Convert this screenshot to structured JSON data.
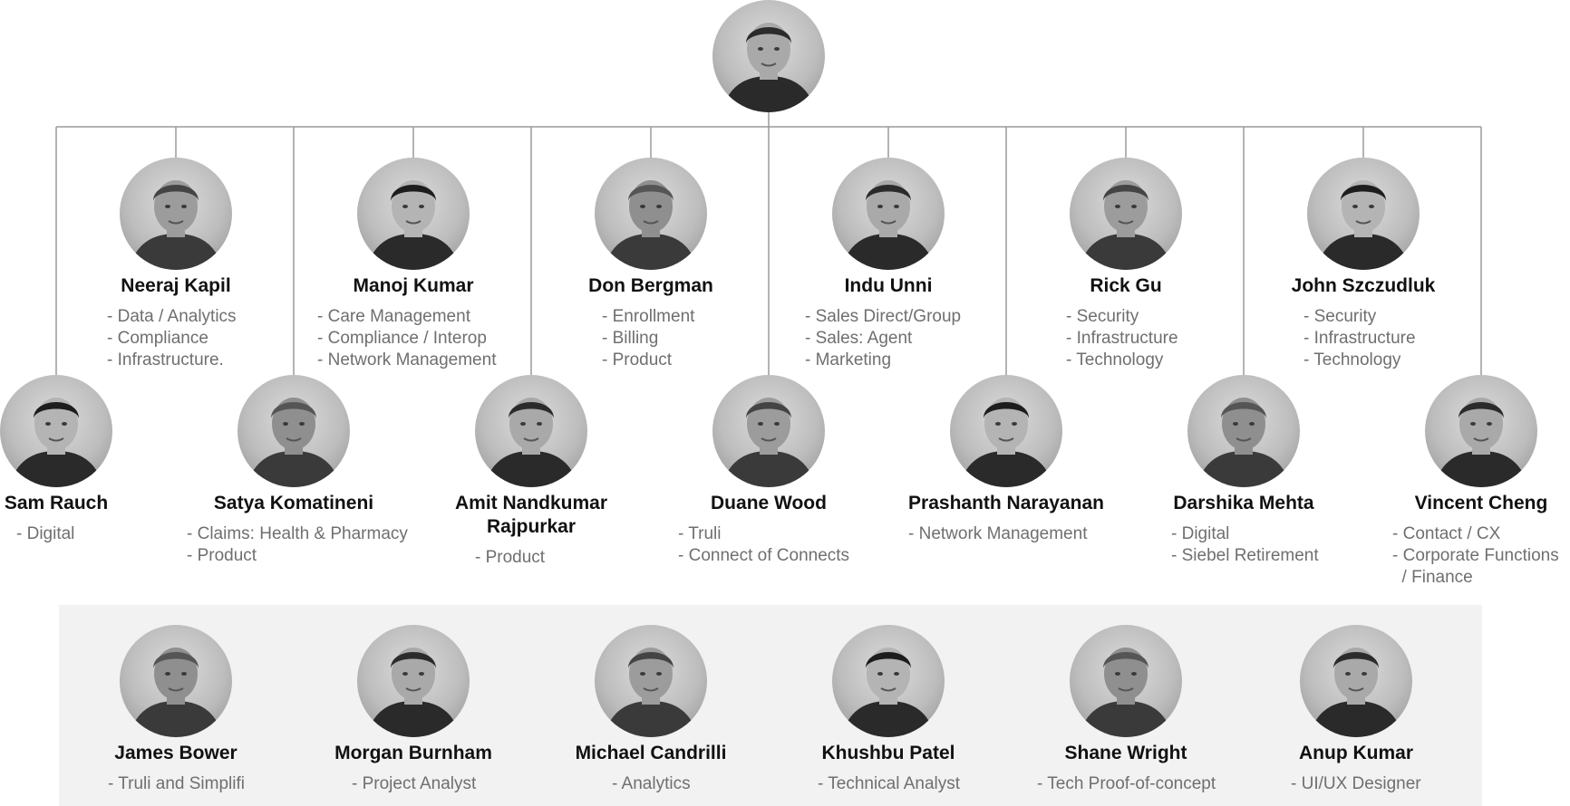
{
  "root": {
    "name": ""
  },
  "leaders": [
    {
      "name": "Neeraj Kapil",
      "roles": [
        "- Data / Analytics",
        "- Compliance",
        "- Infrastructure."
      ]
    },
    {
      "name": "Manoj Kumar",
      "roles": [
        "- Care Management",
        "- Compliance / Interop",
        "- Network Management"
      ]
    },
    {
      "name": "Don Bergman",
      "roles": [
        "- Enrollment",
        "- Billing",
        "- Product"
      ]
    },
    {
      "name": "Indu Unni",
      "roles": [
        "- Sales Direct/Group",
        "- Sales: Agent",
        "- Marketing"
      ]
    },
    {
      "name": "Rick Gu",
      "roles": [
        "- Security",
        "- Infrastructure",
        "- Technology"
      ]
    },
    {
      "name": "John Szczudluk",
      "roles": [
        "- Security",
        "- Infrastructure",
        "- Technology"
      ]
    }
  ],
  "managers": [
    {
      "name": "Sam Rauch",
      "roles": [
        "- Digital"
      ]
    },
    {
      "name": "Satya Komatineni",
      "roles": [
        "- Claims: Health & Pharmacy",
        "- Product"
      ]
    },
    {
      "name": "Amit Nandkumar Rajpurkar",
      "name_lines": [
        "Amit Nandkumar",
        "Rajpurkar"
      ],
      "roles": [
        "- Product"
      ]
    },
    {
      "name": "Duane Wood",
      "roles": [
        "- Truli",
        "- Connect of Connects"
      ]
    },
    {
      "name": "Prashanth Narayanan",
      "roles": [
        "- Network Management"
      ]
    },
    {
      "name": "Darshika Mehta",
      "roles": [
        "- Digital",
        "- Siebel Retirement"
      ]
    },
    {
      "name": "Vincent Cheng",
      "roles": [
        "- Contact / CX",
        "- Corporate Functions",
        "  / Finance"
      ]
    }
  ],
  "team": [
    {
      "name": "James Bower",
      "roles": [
        "- Truli and Simplifi"
      ]
    },
    {
      "name": "Morgan Burnham",
      "roles": [
        "- Project Analyst"
      ]
    },
    {
      "name": "Michael Candrilli",
      "roles": [
        "- Analytics"
      ]
    },
    {
      "name": "Khushbu Patel",
      "roles": [
        "- Technical Analyst"
      ]
    },
    {
      "name": "Shane Wright",
      "roles": [
        "- Tech Proof-of-concept"
      ]
    },
    {
      "name": "Anup Kumar",
      "roles": [
        "- UI/UX Designer"
      ]
    }
  ],
  "colors": {
    "connector": "#9a9a9a",
    "name_text": "#111111",
    "role_text": "#6f6f6f",
    "panel_bg": "#f2f2f2"
  },
  "icons": {
    "avatar": "person-photo-icon"
  }
}
